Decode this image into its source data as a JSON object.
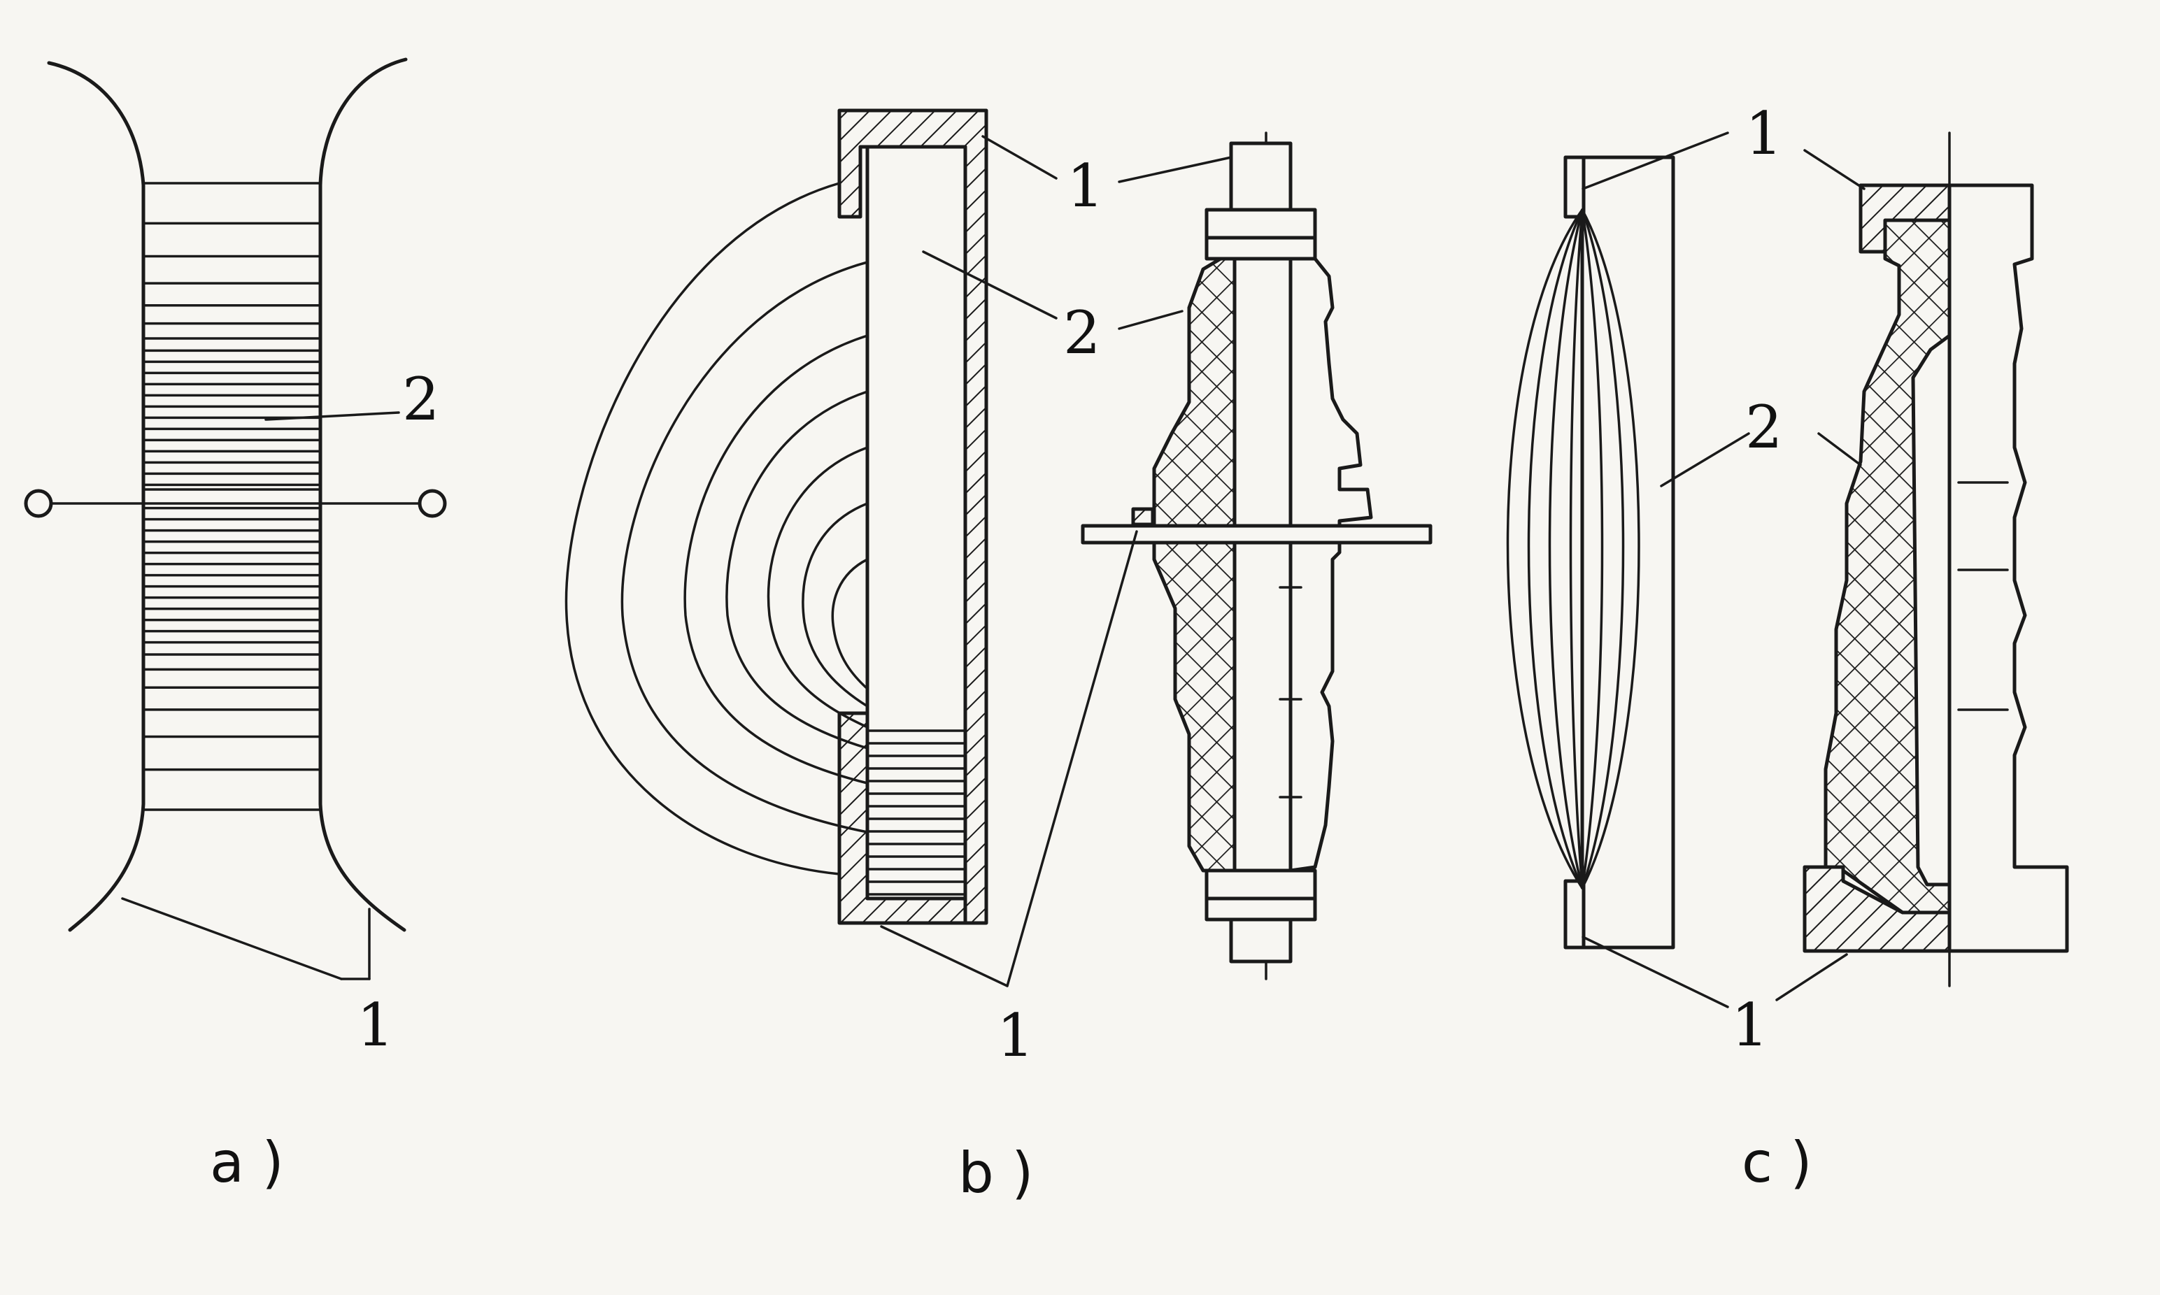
{
  "panels": [
    {
      "id": "a",
      "caption": "a )",
      "labels": {
        "electrode": "1",
        "insulator": "2"
      }
    },
    {
      "id": "b",
      "caption": "b )",
      "labels": {
        "electrode_top": "1",
        "insulator": "2",
        "electrode_bottom": "1"
      }
    },
    {
      "id": "c",
      "caption": "c )",
      "labels": {
        "electrode_top": "1",
        "insulator": "2",
        "electrode_bottom": "1"
      }
    }
  ],
  "colors": {
    "ink": "#1a1a1a",
    "paper": "#f7f6f2"
  }
}
